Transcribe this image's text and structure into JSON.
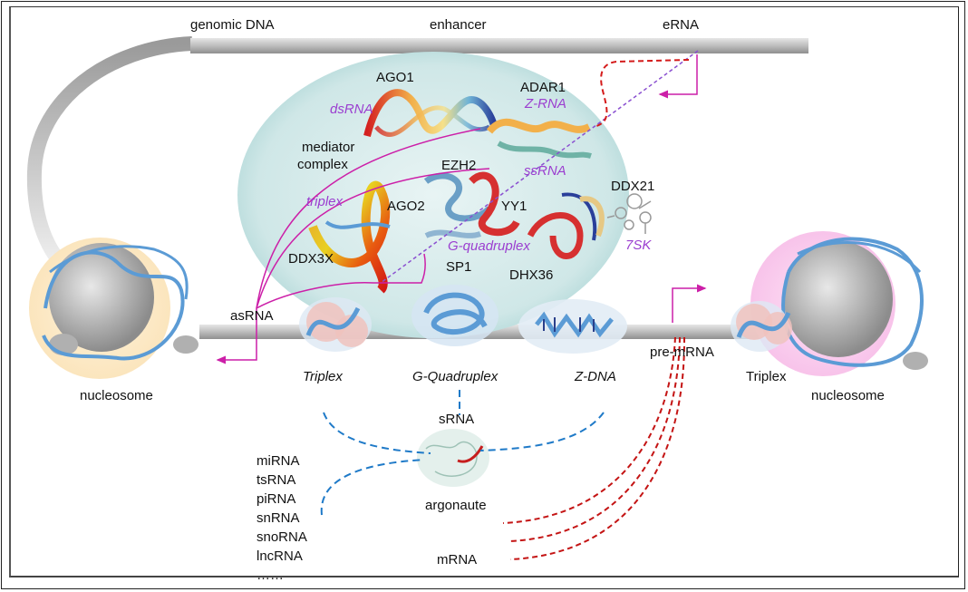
{
  "title": "Non-B DNA / RNA structures at genomic enhancer loci",
  "colors": {
    "nucleus_ellipse": "#b7dcdc",
    "nucleosome_left_bg": "#fbe7c2",
    "nucleosome_right_bg": "#f9c6ec",
    "dna_bar": "#b5b5b5",
    "rna_magenta": "#cc1fa8",
    "dashed_purple": "#8a4fd0",
    "dashed_red": "#d41a1a",
    "dashed_blue": "#1f7ac8",
    "structure_blue": "#5b9bd5",
    "histone_gray": "#a8a8a8",
    "label_purple": "#9b3fd0"
  },
  "top_labels": {
    "genomic_dna": "genomic  DNA",
    "enhancer": "enhancer",
    "erna": "eRNA"
  },
  "proteins": {
    "ago1": "AGO1",
    "adar1": "ADAR1",
    "mediator_line1": "mediator",
    "mediator_line2": "complex",
    "ezh2": "EZH2",
    "ddx21": "DDX21",
    "ago2": "AGO2",
    "yy1": "YY1",
    "ddx3x": "DDX3X",
    "sp1": "SP1",
    "dhx36": "DHX36"
  },
  "rna_structures": {
    "dsrna": "dsRNA",
    "zrna": "Z-RNA",
    "ssrna": "ssRNA",
    "triplex": "triplex",
    "gquadruplex": "G-quadruplex",
    "sevensk": "7SK"
  },
  "dna_structures": {
    "triplex": "Triplex",
    "gquadruplex": "G-Quadruplex",
    "zdna": "Z-DNA",
    "triplex_right": "Triplex"
  },
  "transcripts": {
    "asrna": "asRNA",
    "pre_mrna": "pre-mRNA",
    "mrna": "mRNA",
    "srna": "sRNA",
    "argonaute": "argonaute"
  },
  "nucleosome_left": "nucleosome",
  "nucleosome_right": "nucleosome",
  "srna_classes": [
    "miRNA",
    "tsRNA",
    "piRNA",
    "snRNA",
    "snoRNA",
    "lncRNA",
    "……"
  ]
}
